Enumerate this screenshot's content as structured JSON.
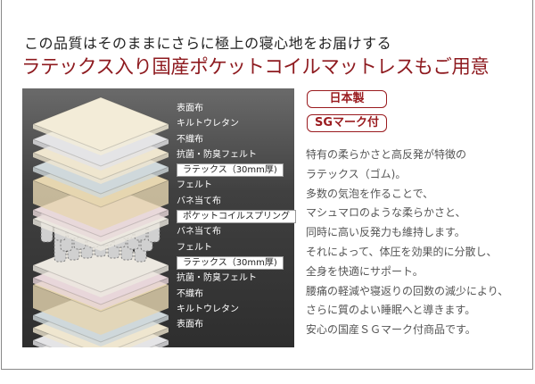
{
  "header": {
    "subtitle": "この品質はそのままにさらに極上の寝心地をお届けする",
    "title": "ラテックス入り国産ポケットコイルマットレスもご用意"
  },
  "diagram": {
    "layers": [
      {
        "label": "表面布",
        "boxed": false,
        "color": "#f3ecd8"
      },
      {
        "label": "キルトウレタン",
        "boxed": false,
        "color": "#e4e4e6"
      },
      {
        "label": "不織布",
        "boxed": false,
        "color": "#efe6cf"
      },
      {
        "label": "抗菌・防臭フェルト",
        "boxed": false,
        "color": "#cfd8db"
      },
      {
        "label": "ラテックス（30mm厚)",
        "boxed": true,
        "color": "#e6d6b0"
      },
      {
        "label": "フェルト",
        "boxed": false,
        "color": "#e8d8da"
      },
      {
        "label": "バネ当て布",
        "boxed": false,
        "color": "#ece8e0"
      },
      {
        "label": "ポケットコイルスプリング",
        "boxed": true,
        "color": "#d8d8d8"
      },
      {
        "label": "バネ当て布",
        "boxed": false,
        "color": "#ece8e0"
      },
      {
        "label": "フェルト",
        "boxed": false,
        "color": "#e8d6da"
      },
      {
        "label": "ラテックス（30mm厚)",
        "boxed": true,
        "color": "#e6d6b0"
      },
      {
        "label": "抗菌・防臭フェルト",
        "boxed": false,
        "color": "#cfd8db"
      },
      {
        "label": "不織布",
        "boxed": false,
        "color": "#efe6cf"
      },
      {
        "label": "キルトウレタン",
        "boxed": false,
        "color": "#e4e4e6"
      },
      {
        "label": "表面布",
        "boxed": false,
        "color": "#f5efdc"
      }
    ]
  },
  "badges": {
    "made_in_japan": "日本製",
    "sg_mark": "SGマーク付"
  },
  "accent_color": "#9a1b1f",
  "description": [
    "特有の柔らかさと高反発が特徴の",
    "ラテックス（ゴム)。",
    "多数の気泡を作ることで、",
    "マシュマロのような柔らかさと、",
    "同時に高い反発力も維持します。",
    "それによって、体圧を効果的に分散し、",
    "全身を快適にサポート。",
    "腰痛の軽減や寝返りの回数の減少により、",
    "さらに質のよい睡眠へと導きます。",
    "安心の国産ＳＧマーク付商品です。"
  ]
}
